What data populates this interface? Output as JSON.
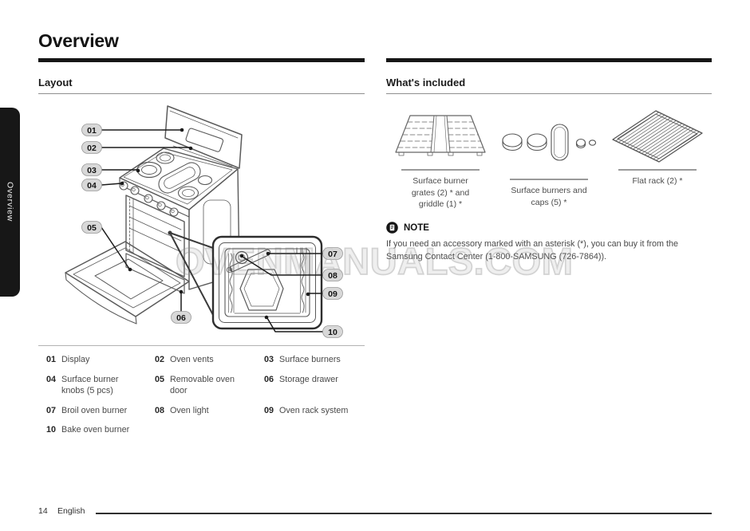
{
  "document": {
    "title": "Overview",
    "sidebar_tab": "Overview",
    "page_number": "14",
    "language": "English",
    "watermark": "OVENMANUALS.COM"
  },
  "layout_section": {
    "title": "Layout",
    "legend": [
      {
        "num": "01",
        "label": "Display"
      },
      {
        "num": "02",
        "label": "Oven vents"
      },
      {
        "num": "03",
        "label": "Surface burners"
      },
      {
        "num": "04",
        "label": "Surface burner\nknobs (5 pcs)"
      },
      {
        "num": "05",
        "label": "Removable oven\ndoor"
      },
      {
        "num": "06",
        "label": "Storage drawer"
      },
      {
        "num": "07",
        "label": "Broil oven burner"
      },
      {
        "num": "08",
        "label": "Oven light"
      },
      {
        "num": "09",
        "label": "Oven rack system"
      },
      {
        "num": "10",
        "label": "Bake oven burner"
      }
    ]
  },
  "included_section": {
    "title": "What's included",
    "items": [
      {
        "icon": "surface-burner-grates",
        "caption": "Surface burner\ngrates (2) * and\ngriddle (1) *"
      },
      {
        "icon": "surface-burners-and-caps",
        "caption": "Surface burners and\ncaps (5) *"
      },
      {
        "icon": "flat-rack",
        "caption": "Flat rack (2) *"
      }
    ],
    "note_label": "NOTE",
    "note_text": "If you need an accessory marked with an asterisk (*), you can buy it from the\nSamsung Contact Center (1-800-SAMSUNG (726-7864))."
  },
  "colors": {
    "accent_bar": "#161616",
    "line_art": "#5a5a5a",
    "callout_pill": "#d8d8d8",
    "watermark": "#d2d2d2"
  }
}
